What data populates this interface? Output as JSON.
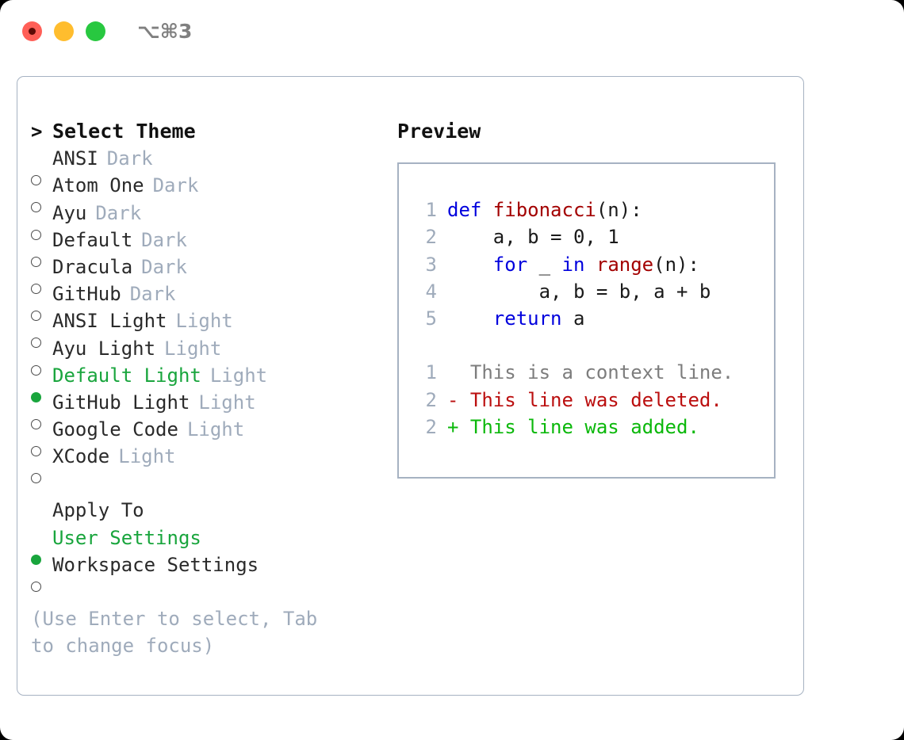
{
  "window": {
    "traffic_lights": [
      {
        "name": "close",
        "color": "#ff5f57"
      },
      {
        "name": "minimize",
        "color": "#ffbd2e"
      },
      {
        "name": "maximize",
        "color": "#28c840"
      }
    ],
    "shortcut": "⌥⌘3"
  },
  "theme_picker": {
    "header_marker": ">",
    "header_label": "Select Theme",
    "items": [
      {
        "marker": "hollow",
        "label": "ANSI",
        "suffix": "Dark",
        "selected": false
      },
      {
        "marker": "hollow",
        "label": "Atom One",
        "suffix": "Dark",
        "selected": false
      },
      {
        "marker": "hollow",
        "label": "Ayu",
        "suffix": "Dark",
        "selected": false
      },
      {
        "marker": "hollow",
        "label": "Default",
        "suffix": "Dark",
        "selected": false
      },
      {
        "marker": "hollow",
        "label": "Dracula",
        "suffix": "Dark",
        "selected": false
      },
      {
        "marker": "hollow",
        "label": "GitHub",
        "suffix": "Dark",
        "selected": false
      },
      {
        "marker": "hollow",
        "label": "ANSI Light",
        "suffix": "Light",
        "selected": false
      },
      {
        "marker": "hollow",
        "label": "Ayu Light",
        "suffix": "Light",
        "selected": false
      },
      {
        "marker": "filled",
        "label": "Default Light",
        "suffix": "Light",
        "selected": true
      },
      {
        "marker": "hollow",
        "label": "GitHub Light",
        "suffix": "Light",
        "selected": false
      },
      {
        "marker": "hollow",
        "label": "Google Code",
        "suffix": "Light",
        "selected": false
      },
      {
        "marker": "hollow",
        "label": "XCode",
        "suffix": "Light",
        "selected": false
      }
    ]
  },
  "apply_to": {
    "header_label": "Apply To",
    "options": [
      {
        "marker": "filled",
        "label": "User Settings",
        "selected": true
      },
      {
        "marker": "hollow",
        "label": "Workspace Settings",
        "selected": false
      }
    ]
  },
  "hint": "(Use Enter to select, Tab to change focus)",
  "preview": {
    "title": "Preview",
    "code_lines": [
      {
        "lineno": "1",
        "tokens": [
          {
            "text": "def ",
            "kind": "kw"
          },
          {
            "text": "fibonacci",
            "kind": "fn"
          },
          {
            "text": "(n):",
            "kind": "plain"
          }
        ]
      },
      {
        "lineno": "2",
        "tokens": [
          {
            "text": "    a, b = 0, 1",
            "kind": "plain"
          }
        ]
      },
      {
        "lineno": "3",
        "tokens": [
          {
            "text": "    ",
            "kind": "plain"
          },
          {
            "text": "for",
            "kind": "kw"
          },
          {
            "text": " _ ",
            "kind": "plain"
          },
          {
            "text": "in",
            "kind": "kw"
          },
          {
            "text": " ",
            "kind": "plain"
          },
          {
            "text": "range",
            "kind": "fn"
          },
          {
            "text": "(n):",
            "kind": "plain"
          }
        ]
      },
      {
        "lineno": "4",
        "tokens": [
          {
            "text": "        a, b = b, a + b",
            "kind": "plain"
          }
        ]
      },
      {
        "lineno": "5",
        "tokens": [
          {
            "text": "    ",
            "kind": "plain"
          },
          {
            "text": "return",
            "kind": "kw"
          },
          {
            "text": " a",
            "kind": "plain"
          }
        ]
      }
    ],
    "diff_lines": [
      {
        "lineno": "1",
        "marker": " ",
        "text": "This is a context line.",
        "kind": "ctx"
      },
      {
        "lineno": "2",
        "marker": "-",
        "text": "This line was deleted.",
        "kind": "del"
      },
      {
        "lineno": "2",
        "marker": "+",
        "text": "This line was added.",
        "kind": "add"
      }
    ]
  },
  "colors": {
    "selected_green": "#19a53d",
    "muted_blue_gray": "#9fabbb",
    "border": "#a6b2c2",
    "keyword_blue": "#0000dd",
    "function_red": "#a30000",
    "diff_delete": "#bb0f0f",
    "diff_add": "#0bb80b",
    "diff_context": "#7d7d7d"
  }
}
